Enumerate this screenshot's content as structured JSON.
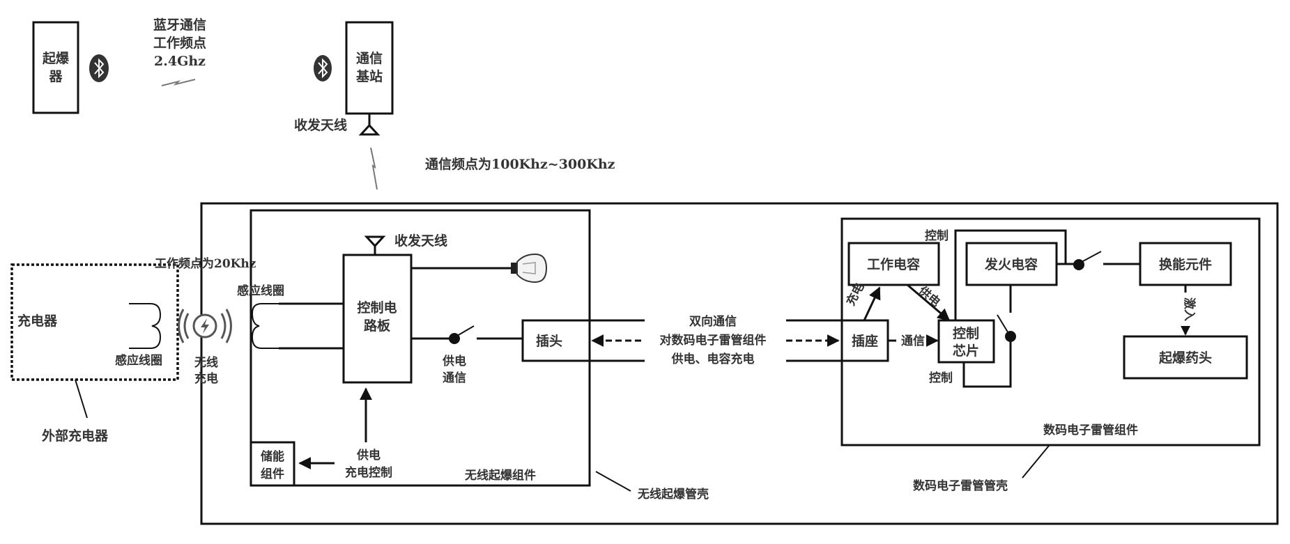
{
  "diagram": {
    "top": {
      "detonator": {
        "label_line1": "起爆",
        "label_line2": "器"
      },
      "bluetooth_label": {
        "line1": "蓝牙通信",
        "line2": "工作频点",
        "line3": "2.4Ghz"
      },
      "base_station": {
        "label_line1": "通信",
        "label_line2": "基站"
      },
      "base_antenna_label": "收发天线",
      "comm_freq_label": "通信频点为100Khz~300Khz"
    },
    "charger": {
      "work_freq_label": "工作频点为20Khz",
      "charger_label": "充电器",
      "charger_coil_label": "感应线圈",
      "wireless_charge_line1": "无线",
      "wireless_charge_line2": "充电",
      "external_charger_label": "外部充电器"
    },
    "wireless_module": {
      "coil_label": "感应线圈",
      "antenna_label": "收发天线",
      "control_board_line1": "控制电",
      "control_board_line2": "路板",
      "power_comm_line1": "供电",
      "power_comm_line2": "通信",
      "plug_label": "插头",
      "storage_line1": "储能",
      "storage_line2": "组件",
      "power_charge_ctrl_line1": "供电",
      "power_charge_ctrl_line2": "充电控制",
      "module_label": "无线起爆组件",
      "shell_label": "无线起爆管壳"
    },
    "link": {
      "line1": "双向通信",
      "line2": "对数码电子雷管组件",
      "line3": "供电、电容充电"
    },
    "digital_detonator": {
      "socket_label": "插座",
      "comm_label": "通信",
      "work_cap_label": "工作电容",
      "charge_label": "充电",
      "supply_label": "供电",
      "control_chip_line1": "控制",
      "control_chip_line2": "芯片",
      "control_top_label": "控制",
      "control_bottom_label": "控制",
      "fire_cap_label": "发火电容",
      "transducer_label": "换能元件",
      "excite_label": "激入",
      "primer_label": "起爆药头",
      "component_label": "数码电子雷管组件",
      "shell_label": "数码电子雷管管壳"
    }
  }
}
